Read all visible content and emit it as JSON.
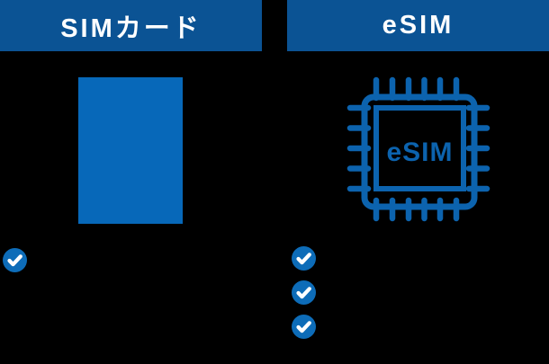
{
  "background_color": "#000000",
  "colors": {
    "header_bg": "#0B5394",
    "sim_card_blue": "#0768B9",
    "chip_blue": "#0C63AE",
    "check_blue": "#0D6CB8",
    "text_white": "#FFFFFF"
  },
  "columns": [
    {
      "header": "SIMカード",
      "illustration": "sim-card-icon",
      "check_count": 1
    },
    {
      "header": "eSIM",
      "illustration": "esim-chip-icon",
      "chip_label": "eSIM",
      "check_count": 3
    }
  ]
}
